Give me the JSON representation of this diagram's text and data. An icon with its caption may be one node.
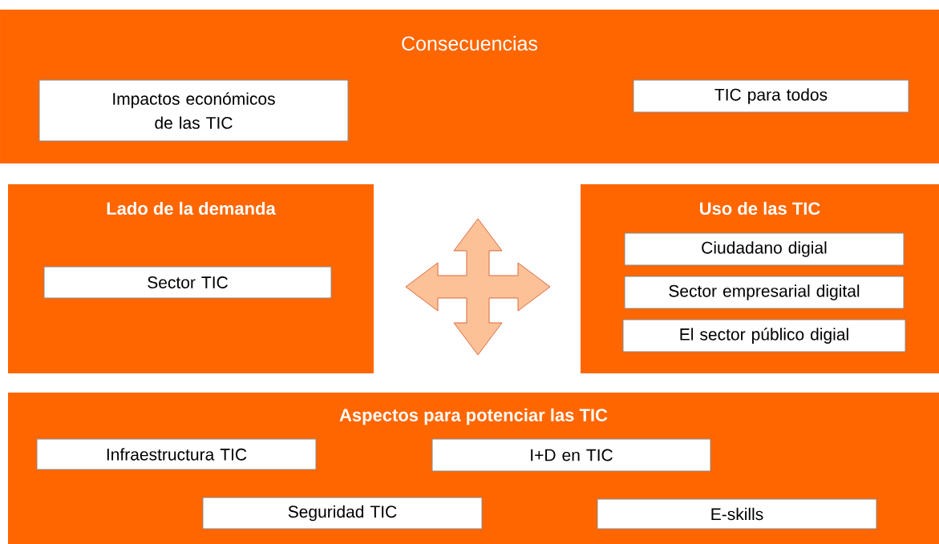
{
  "diagram": {
    "nodes": [
      {
        "text": [
          "Consecuencias"
        ]
      },
      {
        "text": [
          "Impactos económicos de las TIC"
        ],
        "in": 0
      },
      {
        "text": [
          "TIC para todos"
        ],
        "in": 0
      },
      {
        "text": [
          "Lado de la demanda"
        ]
      },
      {
        "text": [
          "Sector TIC"
        ],
        "in": 3
      },
      {
        "text": [
          "Uso de las TIC"
        ]
      },
      {
        "text": [
          "Ciudadano digial"
        ],
        "in": 5
      },
      {
        "text": [
          "Sector empresarial digital"
        ],
        "in": 5
      },
      {
        "text": [
          "El sector público digial"
        ],
        "in": 5
      },
      {
        "text": [
          "Aspectos para potenciar las TIC"
        ]
      },
      {
        "text": [
          "Infraestructura TIC"
        ],
        "in": 9
      },
      {
        "text": [
          "I+D en TIC"
        ],
        "in": 9
      },
      {
        "text": [
          "Seguridad TIC"
        ],
        "in": 9
      },
      {
        "text": [
          "E-skills"
        ],
        "in": 9
      }
    ]
  }
}
